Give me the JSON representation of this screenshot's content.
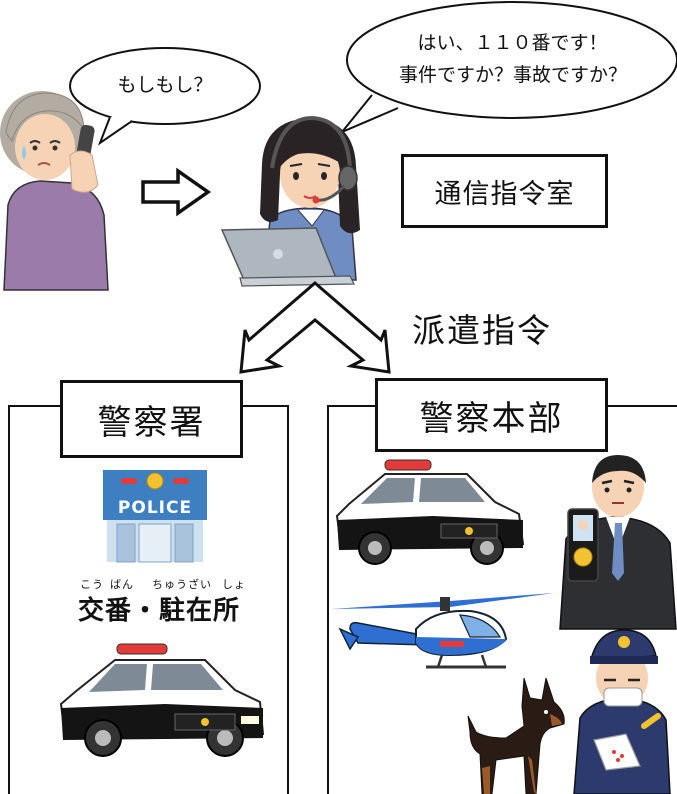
{
  "caller": {
    "speech": "もしもし？"
  },
  "operator": {
    "speech_line1": "はい、１１０番です！",
    "speech_line2": "事件ですか？事故ですか？",
    "room_label": "通信指令室"
  },
  "dispatch_label": "派遣指令",
  "station": {
    "title": "警察署",
    "koban_building_sign": "POLICE",
    "koban_ruby": [
      "こう",
      "ばん",
      "ちゅう",
      "ざい",
      "しょ"
    ],
    "koban_label": "交番・駐在所"
  },
  "headquarters": {
    "title": "警察本部"
  },
  "colors": {
    "stroke": "#111111",
    "police_blue": "#3d7fc1",
    "siren_red": "#e33a3a",
    "heli_blue": "#2e6fd1",
    "skin": "#f7d3b5"
  }
}
